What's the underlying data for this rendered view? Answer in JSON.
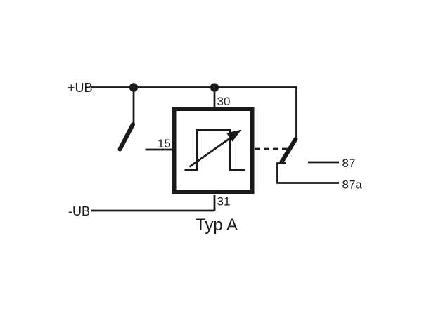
{
  "diagram": {
    "title": "Typ A",
    "labels": {
      "supply_plus": "+UB",
      "supply_minus": "-UB",
      "terminal_30": "30",
      "terminal_15": "15",
      "terminal_31": "31",
      "terminal_87": "87",
      "terminal_87a": "87a"
    },
    "colors": {
      "background": "#ffffff",
      "line": "#1a1a1a"
    },
    "icons": {
      "junction": "filled-circle-node",
      "control_box": "adjustable-pulse-signal-with-arrow",
      "input_switch": "open-blade-contact",
      "relay_contact": "blade-contact-on-87a",
      "mechanical_link": "dashed-actuation-line"
    }
  }
}
